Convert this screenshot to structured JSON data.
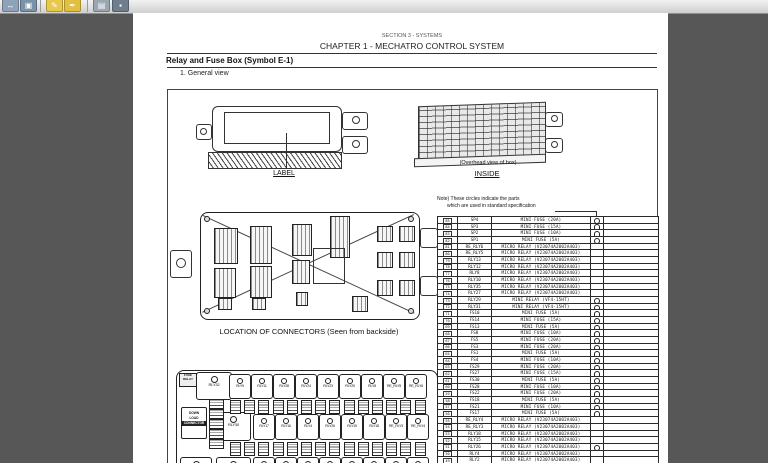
{
  "toolbar": {
    "icons": [
      {
        "name": "fit-width-icon",
        "glyph": "↔",
        "color": "#8fa3b8"
      },
      {
        "name": "snapshot-icon",
        "glyph": "▣",
        "color": "#7b93a8"
      },
      {
        "name": "highlight-icon",
        "glyph": "✎",
        "color": "#e8c94a"
      },
      {
        "name": "sign-icon",
        "glyph": "✒",
        "color": "#e3bf3f"
      },
      {
        "name": "stamp-icon",
        "glyph": "▤",
        "color": "#9aa6b2"
      },
      {
        "name": "attach-icon",
        "glyph": "▪",
        "color": "#6f7e8c"
      }
    ]
  },
  "header": {
    "section": "SECTION 3 - SYSTEMS",
    "chapter": "CHAPTER 1 - MECHATRO CONTROL SYSTEM",
    "title": "Relay and Fuse Box (Symbol E-1)",
    "subtitle": "1. General view"
  },
  "figure": {
    "label_caption": "LABEL",
    "overhead_caption": "(Overhead view of box)",
    "inside_caption": "INSIDE",
    "location_caption": "LOCATION OF CONNECTORS (Seen from backside)"
  },
  "note": {
    "line1": "Note) These circles indicate the parts",
    "line2": "which are used in standard specification"
  },
  "fuse_panel": {
    "corner_label": [
      "FUSE",
      "RELAY"
    ],
    "download_connector": [
      "DOWN",
      "LOAD",
      "CONNECTOR"
    ],
    "row1_large": "RLY32",
    "row1": [
      "RLY9",
      "RLY11",
      "RLY28",
      "RLY24",
      "RLY23",
      "RLY25",
      "RLY8",
      "RE_RLY5",
      "RE_RLY6"
    ],
    "row2_large": "RLY30",
    "row2": [
      "RLY17",
      "RLY16",
      "RLY4",
      "RLY26",
      "RLY15",
      "RLY18",
      "RE_RLY3",
      "RE_RLY4"
    ]
  },
  "table": {
    "rows": [
      {
        "no": "85",
        "name": "SP4",
        "desc": "MINI FUSE (20A)",
        "std": true
      },
      {
        "no": "84",
        "name": "SP3",
        "desc": "MINI FUSE (15A)",
        "std": true
      },
      {
        "no": "83",
        "name": "SP2",
        "desc": "MINI FUSE (10A)",
        "std": true
      },
      {
        "no": "82",
        "name": "SP1",
        "desc": "MINI FUSE (5A)",
        "std": true
      },
      {
        "no": "81",
        "name": "RE_RLY6",
        "desc": "MICRO RELAY (V23074A2002A403)",
        "std": false
      },
      {
        "no": "80",
        "name": "RE_RLY5",
        "desc": "MICRO RELAY (V23074A2002A403)",
        "std": false
      },
      {
        "no": "79",
        "name": "RLY13",
        "desc": "MICRO RELAY (V23074A2002A403)",
        "std": false
      },
      {
        "no": "78",
        "name": "RLY12",
        "desc": "MICRO RELAY (V23074A2002A403)",
        "std": false
      },
      {
        "no": "77",
        "name": "RLY8",
        "desc": "MICRO RELAY (V23074A2002A403)",
        "std": false
      },
      {
        "no": "76",
        "name": "RLY10",
        "desc": "MICRO RELAY (V23074A2002A403)",
        "std": false
      },
      {
        "no": "75",
        "name": "RLY35",
        "desc": "MICRO RELAY (V23074A2002A403)",
        "std": false
      },
      {
        "no": "74",
        "name": "RLY27",
        "desc": "MICRO RELAY (V23074A2002A403)",
        "std": false
      },
      {
        "no": "73",
        "name": "RLY29",
        "desc": "MINI RELAY (VF4-15HT)",
        "std": true
      },
      {
        "no": "72",
        "name": "RLY31",
        "desc": "MINI RELAY (VF4-15HT)",
        "std": true
      },
      {
        "no": "71",
        "name": "FS10",
        "desc": "MINI FUSE (5A)",
        "std": true
      },
      {
        "no": "70",
        "name": "FS14",
        "desc": "MINI FUSE (15A)",
        "std": true
      },
      {
        "no": "69",
        "name": "FS13",
        "desc": "MINI FUSE (5A)",
        "std": true
      },
      {
        "no": "68",
        "name": "FS8",
        "desc": "MINI FUSE (10A)",
        "std": true
      },
      {
        "no": "67",
        "name": "FS5",
        "desc": "MINI FUSE (20A)",
        "std": true
      },
      {
        "no": "66",
        "name": "FS3",
        "desc": "MINI FUSE (20A)",
        "std": true
      },
      {
        "no": "65",
        "name": "FS1",
        "desc": "MINI FUSE (5A)",
        "std": true
      },
      {
        "no": "64",
        "name": "FS4",
        "desc": "MINI FUSE (10A)",
        "std": true
      },
      {
        "no": "63",
        "name": "FS29",
        "desc": "MINI FUSE (20A)",
        "std": true
      },
      {
        "no": "62",
        "name": "FS27",
        "desc": "MINI FUSE (15A)",
        "std": true
      },
      {
        "no": "61",
        "name": "FS30",
        "desc": "MINI FUSE (5A)",
        "std": true
      },
      {
        "no": "60",
        "name": "FS28",
        "desc": "MINI FUSE (10A)",
        "std": true
      },
      {
        "no": "59",
        "name": "FS22",
        "desc": "MINI FUSE (20A)",
        "std": true
      },
      {
        "no": "58",
        "name": "FS18",
        "desc": "MINI FUSE (5A)",
        "std": true
      },
      {
        "no": "57",
        "name": "FS21",
        "desc": "MINI FUSE (10A)",
        "std": true
      },
      {
        "no": "56",
        "name": "FS17",
        "desc": "MINI FUSE (5A)",
        "std": true
      },
      {
        "no": "55",
        "name": "RE_RLY4",
        "desc": "MICRO RELAY (V23074A2002A403)",
        "std": false
      },
      {
        "no": "54",
        "name": "RE_RLY3",
        "desc": "MICRO RELAY (V23074A2002A403)",
        "std": false
      },
      {
        "no": "53",
        "name": "RLY18",
        "desc": "MICRO RELAY (V23074A2002A403)",
        "std": false
      },
      {
        "no": "52",
        "name": "RLY15",
        "desc": "MICRO RELAY (V23074A2002A403)",
        "std": false
      },
      {
        "no": "51",
        "name": "RLY26",
        "desc": "MICRO RELAY (V23074A2002A403)",
        "std": true
      },
      {
        "no": "50",
        "name": "RLY4",
        "desc": "MICRO RELAY (V23074A2002A403)",
        "std": false
      },
      {
        "no": "49",
        "name": "RLY2",
        "desc": "MICRO RELAY (V23074A2002A403)",
        "std": false
      }
    ]
  }
}
